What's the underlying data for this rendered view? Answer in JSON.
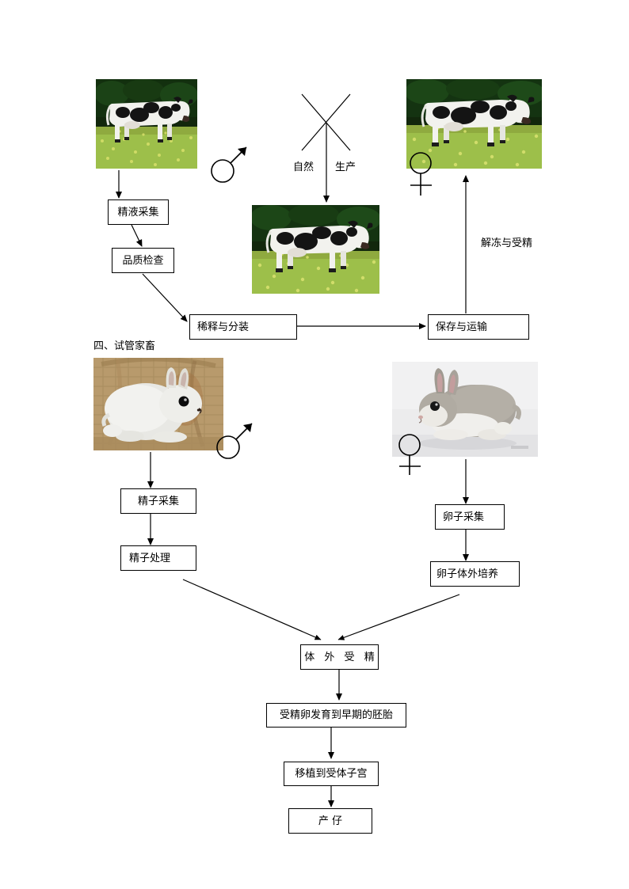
{
  "document": {
    "section_heading": "四、试管家畜"
  },
  "top_flow": {
    "labels": {
      "natural": "自然",
      "production": "生产",
      "thaw_fertilize": "解冻与受精"
    },
    "boxes": [
      {
        "id": "semen-collection",
        "text": "精液采集"
      },
      {
        "id": "quality-check",
        "text": "品质检查"
      },
      {
        "id": "dilution-packaging",
        "text": "稀释与分装"
      },
      {
        "id": "storage-transport",
        "text": "保存与运输"
      }
    ],
    "photos": [
      {
        "id": "bull-photo",
        "caption": "cow-photo-left"
      },
      {
        "id": "calf-photo",
        "caption": "cow-photo-middle"
      },
      {
        "id": "cow-photo",
        "caption": "cow-photo-right"
      }
    ],
    "symbols": [
      {
        "id": "male-symbol-cow",
        "glyph": "male"
      },
      {
        "id": "female-symbol-cow",
        "glyph": "female"
      }
    ]
  },
  "bottom_flow": {
    "boxes": [
      {
        "id": "sperm-collection",
        "text": "精子采集"
      },
      {
        "id": "sperm-treatment",
        "text": "精子处理"
      },
      {
        "id": "oocyte-collection",
        "text": "卵子采集"
      },
      {
        "id": "oocyte-invitro-culture",
        "text": "卵子体外培养"
      },
      {
        "id": "invitro-fertilization",
        "text": "体 外 受 精"
      },
      {
        "id": "embryo-development",
        "text": "受精卵发育到早期的胚胎"
      },
      {
        "id": "embryo-transfer",
        "text": "移植到受体子宫"
      },
      {
        "id": "birth",
        "text": "产    仔"
      }
    ],
    "photos": [
      {
        "id": "white-rabbit-photo",
        "caption": "white-rabbit"
      },
      {
        "id": "gray-rabbit-photo",
        "caption": "gray-rabbit"
      }
    ],
    "symbols": [
      {
        "id": "male-symbol-rabbit",
        "glyph": "male"
      },
      {
        "id": "female-symbol-rabbit",
        "glyph": "female"
      }
    ]
  },
  "colors": {
    "line": "#000000",
    "text": "#000000",
    "background": "#ffffff",
    "grass": "#9dbf4a",
    "grass_dark": "#12270c",
    "cow_white": "#f2f2ee",
    "cow_black": "#141414",
    "rabbit_white": "#e8e8e4",
    "rabbit_gray": "#a9a49c",
    "burlap": "#b89a6c",
    "studio_gray": "#e9e9ea"
  }
}
